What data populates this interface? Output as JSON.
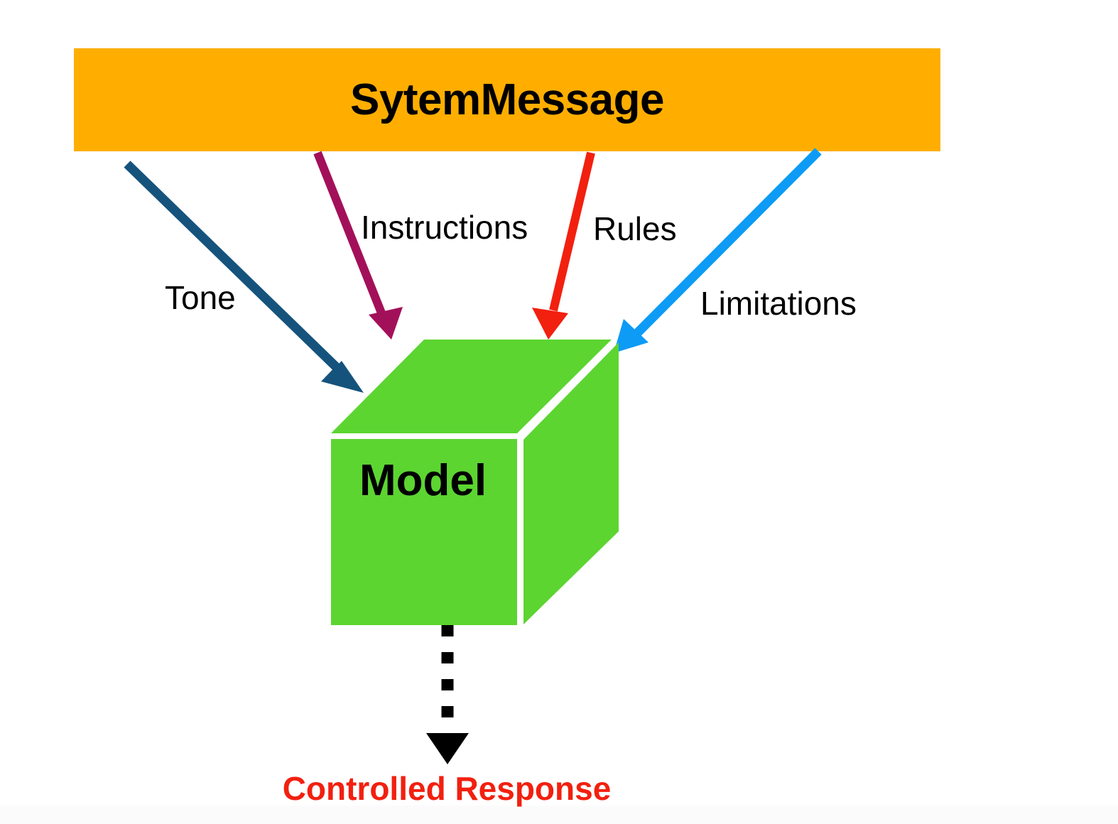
{
  "diagram": {
    "title_block": {
      "label": "SytemMessage",
      "background_color": "#FFAE00",
      "text_color": "#000000"
    },
    "arrows": [
      {
        "name": "tone",
        "label": "Tone",
        "color": "#15537D",
        "from": "SytemMessage",
        "to": "Model"
      },
      {
        "name": "instructions",
        "label": "Instructions",
        "color": "#A3105A",
        "from": "SytemMessage",
        "to": "Model"
      },
      {
        "name": "rules",
        "label": "Rules",
        "color": "#F2200F",
        "from": "SytemMessage",
        "to": "Model"
      },
      {
        "name": "limitations",
        "label": "Limitations",
        "color": "#0D9BF5",
        "from": "SytemMessage",
        "to": "Model"
      }
    ],
    "model_node": {
      "label": "Model",
      "shape": "cube",
      "fill_color": "#5CD531",
      "text_color": "#000000"
    },
    "output": {
      "label": "Controlled Response",
      "color": "#F2200F",
      "connector_style": "dotted",
      "connector_color": "#000000"
    },
    "background_color": "#FFFFFF"
  }
}
